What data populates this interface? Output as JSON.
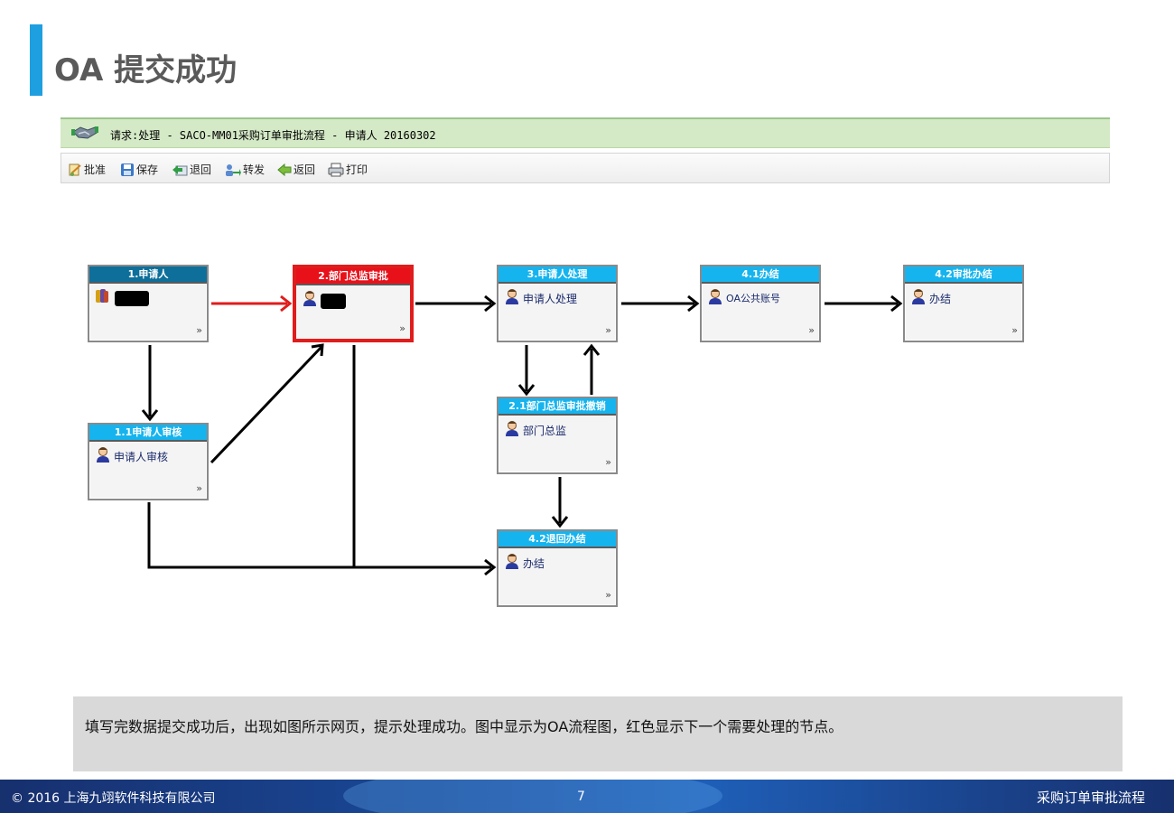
{
  "slide": {
    "title": "OA 提交成功"
  },
  "request": {
    "text": "请求:处理 - SACO-MM01采购订单审批流程 - 申请人 20160302"
  },
  "toolbar": {
    "approve": "批准",
    "save": "保存",
    "reject": "退回",
    "forward": "转发",
    "back": "返回",
    "print": "打印"
  },
  "nodes": {
    "n1": {
      "title": "1.申请人",
      "label": ""
    },
    "n2": {
      "title": "2.部门总监审批",
      "label": ""
    },
    "n3": {
      "title": "3.申请人处理",
      "label": "申请人处理"
    },
    "n41": {
      "title": "4.1办结",
      "label": "OA公共账号"
    },
    "n42a": {
      "title": "4.2审批办结",
      "label": "办结"
    },
    "n11": {
      "title": "1.1申请人审核",
      "label": "申请人审核"
    },
    "n21": {
      "title": "2.1部门总监审批撤销",
      "label": "部门总监"
    },
    "n42b": {
      "title": "4.2退回办结",
      "label": "办结"
    },
    "more": "»"
  },
  "caption": {
    "text": "填写完数据提交成功后，出现如图所示网页，提示处理成功。图中显示为OA流程图，红色显示下一个需要处理的节点。"
  },
  "footer": {
    "copyright": "© 2016 上海九翊软件科技有限公司",
    "page": "7",
    "topic": "采购订单审批流程"
  },
  "colors": {
    "accent": "#1e9fe0",
    "active_node": "#e01c1c",
    "header_dark": "#0d6f9a",
    "header_light": "#16b4ee"
  }
}
